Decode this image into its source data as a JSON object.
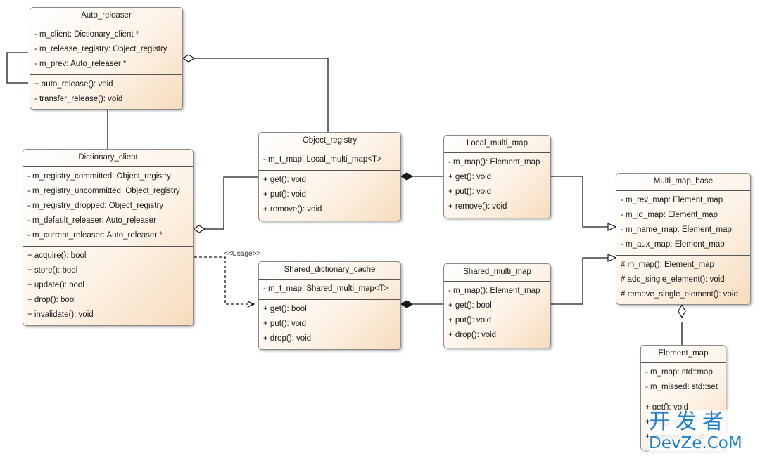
{
  "classes": {
    "auto_releaser": {
      "name": "Auto_releaser",
      "attributes": [
        "- m_client: Dictionary_client *",
        "- m_release_registry: Object_registry",
        "- m_prev: Auto_releaser *"
      ],
      "operations": [
        "+ auto_release(): void",
        "- transfer_release(): void"
      ]
    },
    "dictionary_client": {
      "name": "Dictionary_client",
      "attributes": [
        "- m_registry_committed: Object_registry",
        "- m_registry_uncommitted: Object_registry",
        "- m_registry_dropped: Object_registry",
        "- m_default_releaser: Auto_releaser",
        "- m_current_releaser: Auto_releaser *"
      ],
      "operations": [
        "+ acquire(): bool",
        "+ store(): bool",
        "+ update(): bool",
        "+ drop(): bool",
        "+ invalidate(): void"
      ]
    },
    "object_registry": {
      "name": "Object_registry",
      "attributes": [
        "- m_t_map: Local_multi_map<T>"
      ],
      "operations": [
        "+ get(): void",
        "+ put(): void",
        "+ remove(): void"
      ]
    },
    "shared_dictionary_cache": {
      "name": "Shared_dictionary_cache",
      "attributes": [
        "- m_t_map: Shared_multi_map<T>"
      ],
      "operations": [
        "+ get(): bool",
        "+ put(): void",
        "+ drop(): void"
      ]
    },
    "local_multi_map": {
      "name": "Local_multi_map",
      "attributes": [],
      "operations": [
        "- m_map(): Element_map",
        "+ get(): void",
        "+ put(): void",
        "+ remove(): void"
      ]
    },
    "shared_multi_map": {
      "name": "Shared_multi_map",
      "attributes": [],
      "operations": [
        "- m_map(): Element_map",
        "+ get(): bool",
        "+ put(): void",
        "+ drop(): void"
      ]
    },
    "multi_map_base": {
      "name": "Multi_map_base",
      "attributes": [
        "- m_rev_map: Element_map",
        "- m_id_map: Element_map",
        "- m_name_map: Element_map",
        "- m_aux_map: Element_map"
      ],
      "operations": [
        "# m_map(): Element_map",
        "# add_single_element(): void",
        "# remove_single_element(): void"
      ]
    },
    "element_map": {
      "name": "Element_map",
      "attributes": [
        "- m_map: std::map",
        "- m_missed: std::set"
      ],
      "operations": [
        "+ get(): void",
        "+ put(): void",
        "+ remove(): void"
      ]
    }
  },
  "usage_label": "<<Usage>>",
  "watermark": {
    "cn": "开发者",
    "en": "DevZe.CoM"
  },
  "colors": {
    "box_gradient_end": "#f7dcbd",
    "line": "#1a1a1a",
    "watermark": "#1f7fd0"
  }
}
